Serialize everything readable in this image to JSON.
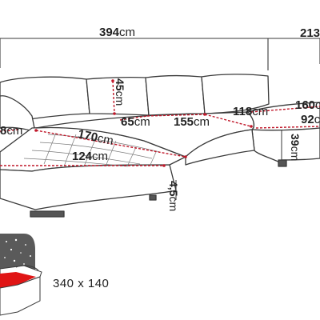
{
  "dimensions": {
    "total_width": "394",
    "right_depth": "213",
    "backrest_height": "45",
    "left_seat": "65",
    "middle_seat": "155",
    "right_seat_back": "118",
    "right_chaise_length": "160",
    "right_chaise_width": "92",
    "right_chaise_height": "39",
    "left_chaise_length": "170",
    "left_chaise_width": "124",
    "left_arm": "8",
    "leg_height": "4,5",
    "unit": "cm"
  },
  "bed": {
    "size_label": "340 x 140"
  },
  "colors": {
    "outline": "#3a3a3a",
    "dim_line": "#c0182a",
    "text": "#222222",
    "foam": "#e01515",
    "star_bg": "#5a5a5a"
  }
}
